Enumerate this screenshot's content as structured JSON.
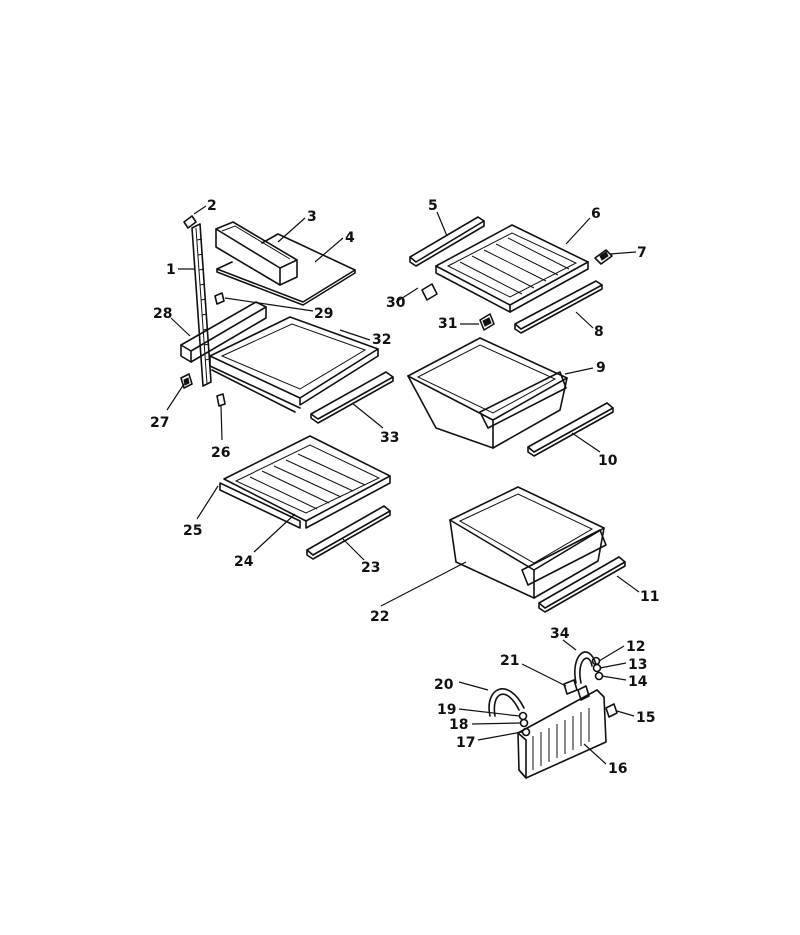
{
  "callouts": [
    {
      "id": "1"
    },
    {
      "id": "2"
    },
    {
      "id": "3"
    },
    {
      "id": "4"
    },
    {
      "id": "5"
    },
    {
      "id": "6"
    },
    {
      "id": "7"
    },
    {
      "id": "8"
    },
    {
      "id": "9"
    },
    {
      "id": "10"
    },
    {
      "id": "11"
    },
    {
      "id": "12"
    },
    {
      "id": "13"
    },
    {
      "id": "14"
    },
    {
      "id": "15"
    },
    {
      "id": "16"
    },
    {
      "id": "17"
    },
    {
      "id": "18"
    },
    {
      "id": "19"
    },
    {
      "id": "20"
    },
    {
      "id": "21"
    },
    {
      "id": "22"
    },
    {
      "id": "23"
    },
    {
      "id": "24"
    },
    {
      "id": "25"
    },
    {
      "id": "26"
    },
    {
      "id": "27"
    },
    {
      "id": "28"
    },
    {
      "id": "29"
    },
    {
      "id": "30"
    },
    {
      "id": "31"
    },
    {
      "id": "32"
    },
    {
      "id": "33"
    },
    {
      "id": "34"
    }
  ]
}
